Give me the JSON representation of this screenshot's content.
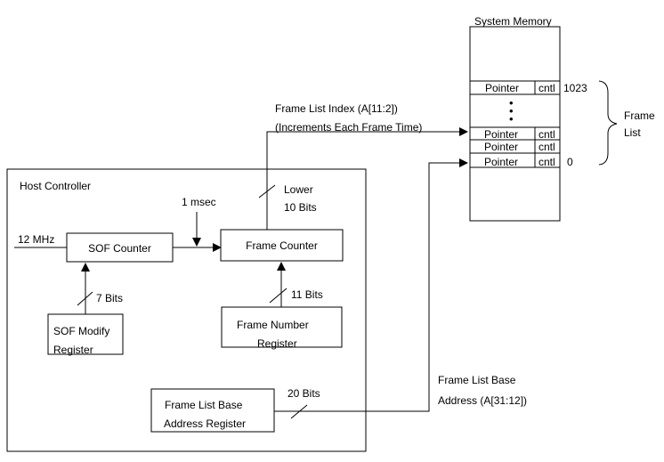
{
  "system_memory": {
    "title": "System Memory",
    "pointer_label": "Pointer",
    "cntl_label": "cntl",
    "index_top": "1023",
    "index_bottom": "0",
    "dots": "•"
  },
  "frame_list_brace": {
    "line1": "Frame",
    "line2": "List"
  },
  "frame_list_index": {
    "line1": "Frame List Index  (A[11:2])",
    "line2": "(Increments Each Frame Time)"
  },
  "host_controller": {
    "title": "Host Controller"
  },
  "clock": {
    "input": "12 MHz",
    "tick": "1 msec"
  },
  "sof_counter": {
    "label": "SOF Counter"
  },
  "frame_counter": {
    "label": "Frame Counter"
  },
  "lower_bits": {
    "line1": "Lower",
    "line2": "10 Bits"
  },
  "sof_modify": {
    "line1": "SOF Modify",
    "line2": "Register",
    "bits": "7 Bits"
  },
  "frame_number": {
    "line1": "Frame Number",
    "line2": "Register",
    "bits": "11 Bits"
  },
  "frame_list_base_reg": {
    "line1": "Frame List Base",
    "line2": "Address Register",
    "bits": "20 Bits"
  },
  "frame_list_base_addr": {
    "line1": "Frame List Base",
    "line2": "Address (A[31:12])"
  }
}
